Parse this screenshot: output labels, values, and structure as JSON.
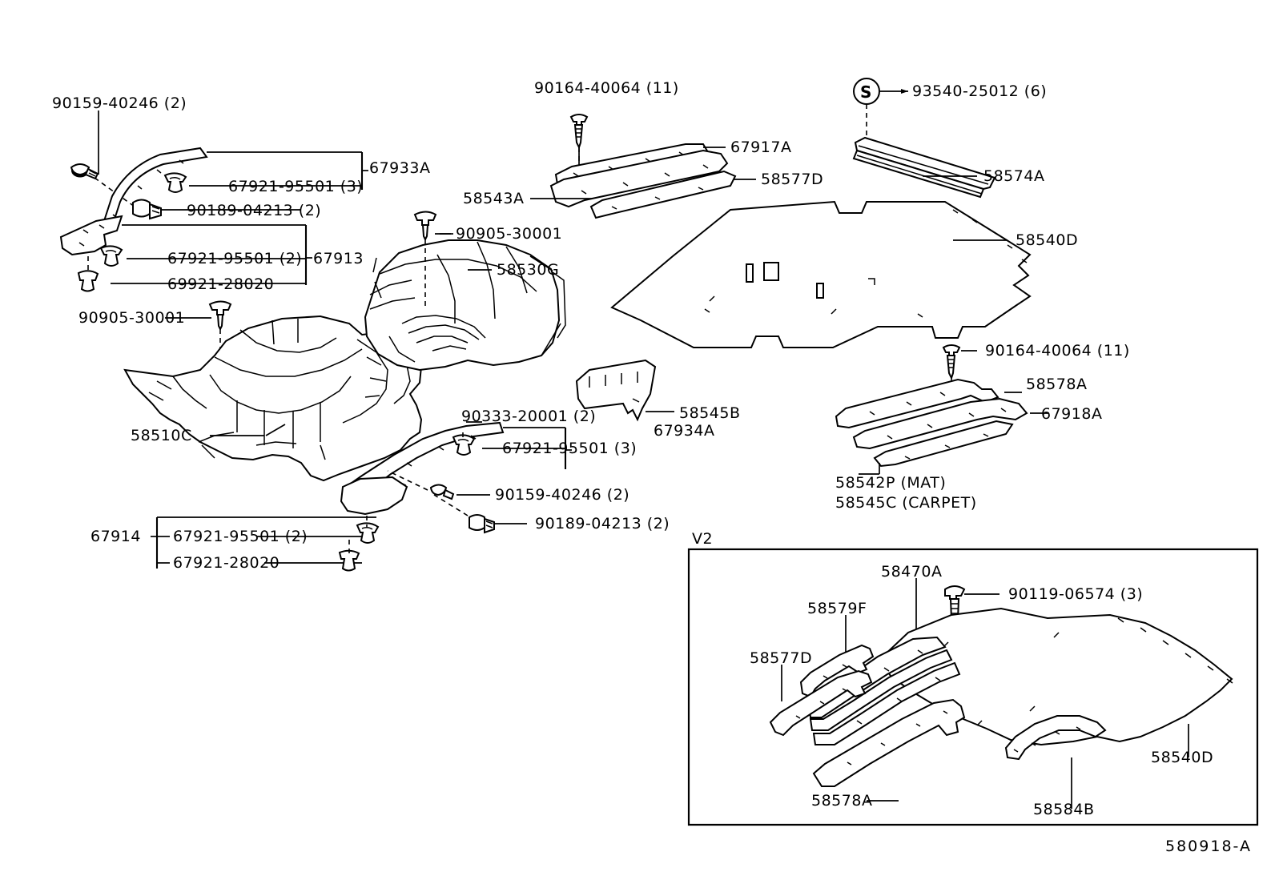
{
  "diagram": {
    "id": "580918-A",
    "inset_label": "V2",
    "title": "Toyota floor mat / carpet and insulator parts diagram"
  },
  "labels": {
    "l01": "90159-40246 (2)",
    "l02": "67933A",
    "l03": "67921-95501 (3)",
    "l04": "90189-04213 (2)",
    "l05": "67913",
    "l06": "67921-95501 (2)",
    "l07": "69921-28020",
    "l08": "90905-30001",
    "l09": "58510C",
    "l10": "90905-30001",
    "l11": "58530G",
    "l12": "90164-40064 (11)",
    "l13": "67917A",
    "l14": "58577D",
    "l15": "58543A",
    "l16": "93540-25012 (6)",
    "l17": "58574A",
    "l18": "58540D",
    "l19": "90164-40064 (11)",
    "l20": "58578A",
    "l21": "67918A",
    "l22": "58542P  (MAT)",
    "l23": "58545C  (CARPET)",
    "l24": "58545B",
    "l25": "90333-20001 (2)",
    "l26": "67934A",
    "l27": "67921-95501 (3)",
    "l28": "90159-40246 (2)",
    "l29": "90189-04213 (2)",
    "l30": "67914",
    "l31": "67921-95501 (2)",
    "l32": "67921-28020",
    "l33": "58470A",
    "l34": "90119-06574 (3)",
    "l35": "58579F",
    "l36": "58577D",
    "l37": "58578A",
    "l38": "58584B",
    "l39": "58540D",
    "symbol_s": "S"
  }
}
